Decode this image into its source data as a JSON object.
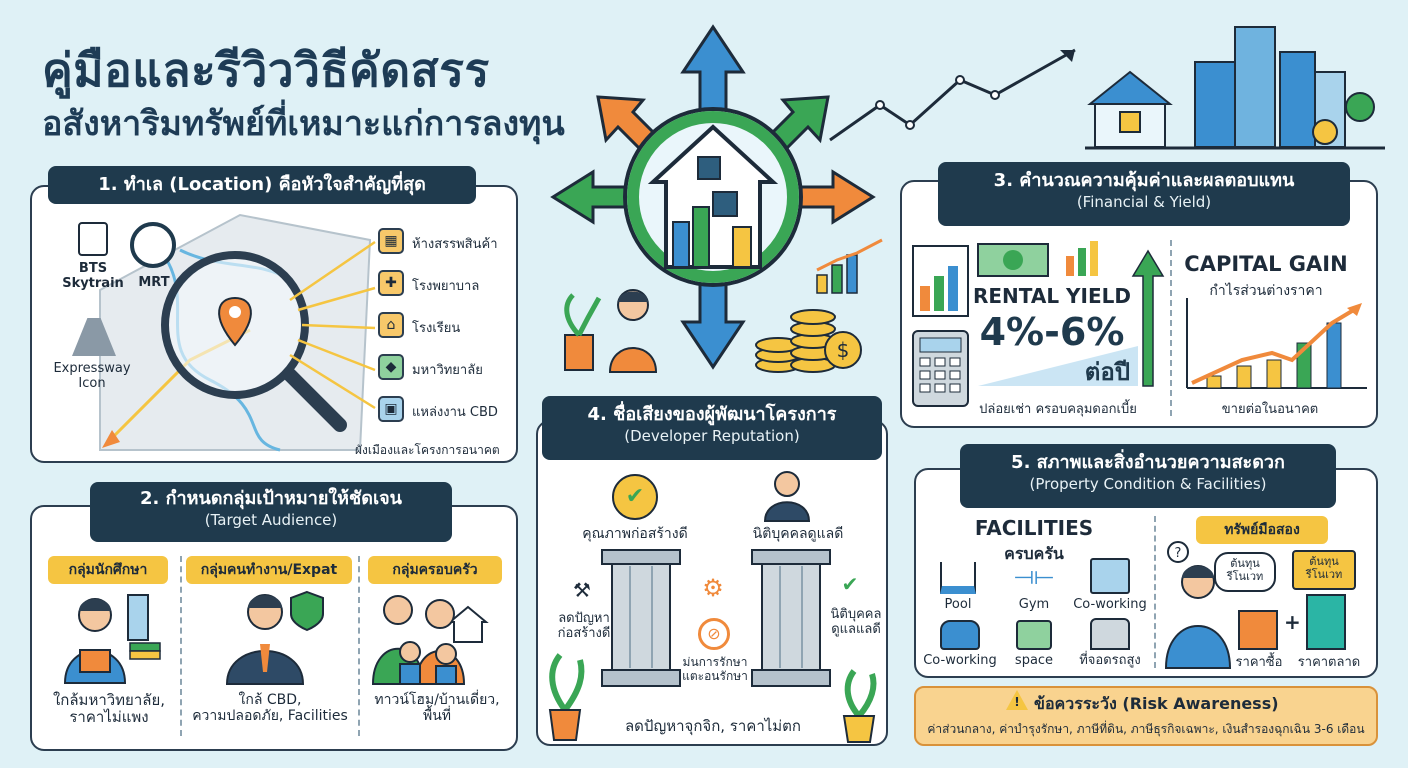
{
  "title": {
    "line1": "คู่มือและรีวิววิธีคัดสรร",
    "line2": "อสังหาริมทรัพย์ที่เหมาะแก่การลงทุน"
  },
  "colors": {
    "navy": "#1f3a4d",
    "tag_yellow": "#f5c542",
    "green": "#3aa655",
    "orange": "#f08a3c",
    "blue": "#3b8fd0",
    "background": "#dff1f6"
  },
  "section1": {
    "header": "1. ทำเล (Location) คือหัวใจสำคัญที่สุด",
    "transit": {
      "bts": "BTS\nSkytrain",
      "mrt": "MRT",
      "expressway": "Expressway\nIcon"
    },
    "places": [
      {
        "label": "ห้างสรรพสินค้า",
        "icon": "mall-icon"
      },
      {
        "label": "โรงพยาบาล",
        "icon": "hospital-icon"
      },
      {
        "label": "โรงเรียน",
        "icon": "school-icon"
      },
      {
        "label": "มหาวิทยาลัย",
        "icon": "graduation-cap-icon"
      },
      {
        "label": "แหล่งงาน CBD",
        "icon": "briefcase-icon"
      }
    ],
    "footer": "ผังเมืองและโครงการอนาคต"
  },
  "section2": {
    "header": "2. กำหนดกลุ่มเป้าหมายให้ชัดเจน",
    "subheader": "(Target Audience)",
    "groups": [
      {
        "tag": "กลุ่มนักศึกษา",
        "caption": "ใกล้มหาวิทยาลัย,\nราคาไม่แพง"
      },
      {
        "tag": "กลุ่มคนทำงาน/Expat",
        "caption": "ใกล้ CBD,\nความปลอดภัย, Facilities"
      },
      {
        "tag": "กลุ่มครอบครัว",
        "caption": "ทาวน์โฮม/บ้านเดี่ยว,\nพื้นที่"
      }
    ]
  },
  "section3": {
    "header": "3. คำนวณความคุ้มค่าและผลตอบแทน",
    "subheader": "(Financial & Yield)",
    "rental_title": "RENTAL YIELD",
    "rental_value": "4%-6%",
    "rental_unit": "ต่อปี",
    "rental_caption": "ปล่อยเช่า ครอบคลุมดอกเบี้ย",
    "capital_title": "CAPITAL GAIN",
    "capital_sub": "กำไรส่วนต่างราคา",
    "capital_caption": "ขายต่อในอนาคต"
  },
  "section4": {
    "header": "4. ชื่อเสียงของผู้พัฒนาโครงการ",
    "subheader": "(Developer Reputation)",
    "left_top": "คุณภาพก่อสร้างดี",
    "right_top": "นิติบุคคลดูแลดี",
    "left_mid": "ลดปัญหา\nก่อสร้างดี",
    "center_mid": "ม่นการรักษา\nแตะอนรักษา",
    "right_mid": "นิติบุคคล\nดูแลแลดี",
    "footer": "ลดปัญหาจุกจิก, ราคาไม่ตก"
  },
  "section5": {
    "header": "5. สภาพและสิ่งอำนวยความสะดวก",
    "subheader": "(Property Condition & Facilities)",
    "facilities_title": "FACILITIES",
    "facilities_sub": "ครบครัน",
    "facilities": [
      {
        "label": "Pool",
        "icon": "pool-icon"
      },
      {
        "label": "Gym",
        "icon": "dumbbell-icon"
      },
      {
        "label": "Co-working",
        "icon": "desk-icon"
      },
      {
        "label": "Co-working",
        "icon": "car-icon"
      },
      {
        "label": "space",
        "icon": "coworking-space-icon"
      },
      {
        "label": "ที่จอดรถสูง",
        "icon": "parking-icon"
      }
    ],
    "secondhand_tag": "ทรัพย์มือสอง",
    "bubble1": "ต้นทุน\nรีโนเวท",
    "bubble2": "ต้นทุน\nรีโนเวท",
    "price_buy": "ราคาซื้อ",
    "price_market": "ราคาตลาด",
    "plus": "+"
  },
  "risk": {
    "title": "ข้อควรระวัง (Risk Awareness)",
    "text": "ค่าส่วนกลาง, ค่าบำรุงรักษา, ภาษีที่ดิน, ภาษีธุรกิจเฉพาะ, เงินสำรองฉุกเฉิน 3-6 เดือน"
  }
}
